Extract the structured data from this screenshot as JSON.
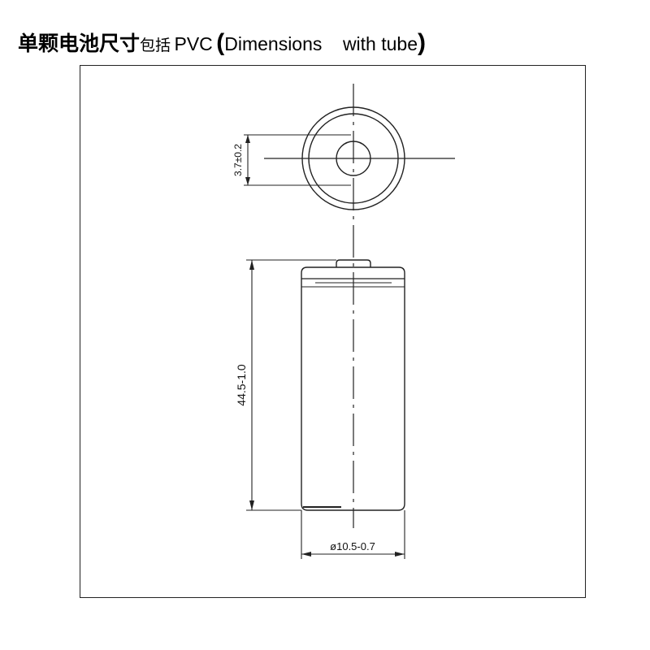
{
  "title": {
    "cn_bold": "单颗电池尺寸",
    "cn_light": "包括",
    "pvc": "PVC",
    "open_paren": "(",
    "en": "Dimensions    with tube",
    "close_paren": ")"
  },
  "dimensions": {
    "terminal_diameter": "3.7±0.2",
    "height": "44.5-1.0",
    "diameter": "ø10.5-0.7"
  }
}
